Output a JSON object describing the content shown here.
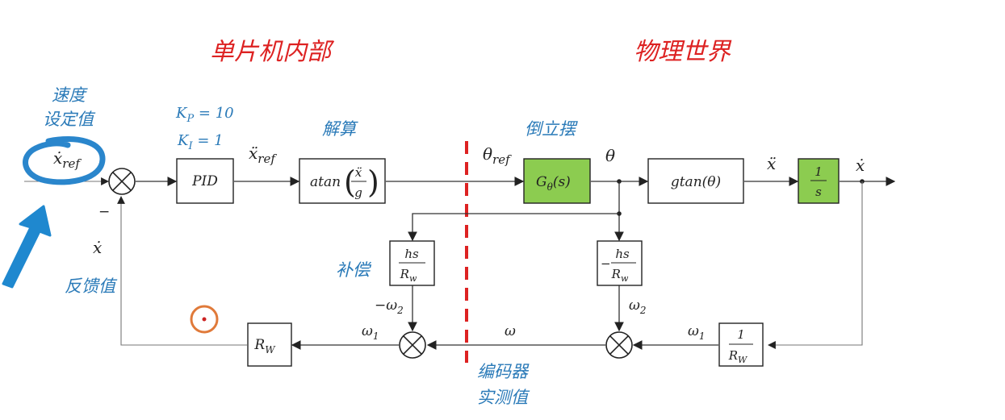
{
  "headers": {
    "mcu": "单片机内部",
    "physical": "物理世界"
  },
  "labels": {
    "speed_setpoint_1": "速度",
    "speed_setpoint_2": "设定值",
    "solve": "解算",
    "pendulum": "倒立摆",
    "feedback": "反馈值",
    "compensation": "补偿",
    "encoder_1": "编码器",
    "encoder_2": "实测值"
  },
  "gains": {
    "kp": "K",
    "kp_sub": "P",
    "kp_val": " = 10",
    "ki": "K",
    "ki_sub": "I",
    "ki_val": " = 1"
  },
  "blocks": {
    "pid": "PID",
    "atan_fn": "atan",
    "atan_num": "ẍ",
    "atan_den": "g",
    "g_theta": "G",
    "g_theta_sub": "θ",
    "g_theta_arg": "(s)",
    "gtan": "gtan(θ)",
    "int_num": "1",
    "int_den": "s",
    "comp_left_num": "hs",
    "comp_left_den": "R",
    "comp_left_den_sub": "w",
    "comp_right_sign": "−",
    "comp_right_num": "hs",
    "comp_right_den": "R",
    "comp_right_den_sub": "w",
    "rw": "R",
    "rw_sub": "W",
    "inv_rw_num": "1",
    "inv_rw_den": "R",
    "inv_rw_den_sub": "W"
  },
  "signals": {
    "xref_dot": "ẋ",
    "xref_dot_sub": "ref",
    "minus": "−",
    "x_dot_fb": "ẋ",
    "xref_ddot": "ẍ",
    "xref_ddot_sub": "ref",
    "theta_ref": "θ",
    "theta_ref_sub": "ref",
    "theta": "θ",
    "x_ddot": "ẍ",
    "x_dot_out": "ẋ",
    "omega2_neg": "−ω",
    "omega2_neg_sub": "2",
    "omega1_left": "ω",
    "omega1_left_sub": "1",
    "omega": "ω",
    "omega2": "ω",
    "omega2_sub": "2",
    "omega1_right": "ω",
    "omega1_right_sub": "1"
  },
  "colors": {
    "header_red": "#dd2222",
    "annotation_blue": "#2a7ab8",
    "block_green": "#8ccc50",
    "divider_red": "#dd2222",
    "cursor_orange": "#e07a3a"
  }
}
